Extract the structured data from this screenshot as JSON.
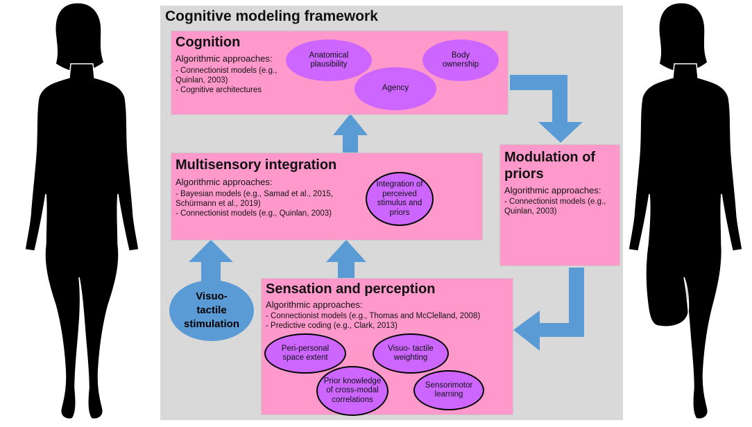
{
  "diagram": {
    "title": "Cognitive modeling framework",
    "colors": {
      "box": "#ff99cc",
      "ellipse": "#cc66ff",
      "arrow": "#5b9bd5",
      "frame": "#d9d9d9",
      "silhouette": "#000000"
    },
    "cognition": {
      "title": "Cognition",
      "approaches_label": "Algorithmic approaches:",
      "items": [
        "-   Connectionist models (e.g.,",
        "     Quinlan, 2003)",
        "-   Cognitive architectures"
      ],
      "concepts": {
        "anatomical": "Anatomical plausibility",
        "body_ownership": "Body ownership",
        "agency": "Agency"
      }
    },
    "multisensory": {
      "title": "Multisensory integration",
      "approaches_label": "Algorithmic  approaches:",
      "items": [
        "-   Bayesian models (e.g., Samad et al., 2015,",
        "Schürmann et al., 2019)",
        "-   Connectionist models (e.g., Quinlan, 2003)"
      ],
      "concept": "Integration of perceived stimulus and priors"
    },
    "modulation": {
      "title": "Modulation of priors",
      "approaches_label": "Algorithmic approaches:",
      "items": [
        "-   Connectionist models (e.g.,",
        "     Quinlan, 2003)"
      ]
    },
    "sensation": {
      "title": "Sensation and perception",
      "approaches_label": "Algorithmic  approaches:",
      "items": [
        "-   Connectionist models (e.g., Thomas and McClelland, 2008)",
        "-   Predictive coding (e.g., Clark, 2013)"
      ],
      "concepts": {
        "peripersonal": "Peri-personal space extent",
        "visuo_tactile": "Visuo- tactile weighting",
        "prior_knowledge": "Prior knowledge of cross-modal correlations",
        "sensorimotor": "Sensorimotor learning"
      }
    },
    "stimulation": "Visuo-tactile stimulation",
    "figures": [
      "female-silhouette-standing",
      "female-silhouette-leg-amputee"
    ]
  }
}
